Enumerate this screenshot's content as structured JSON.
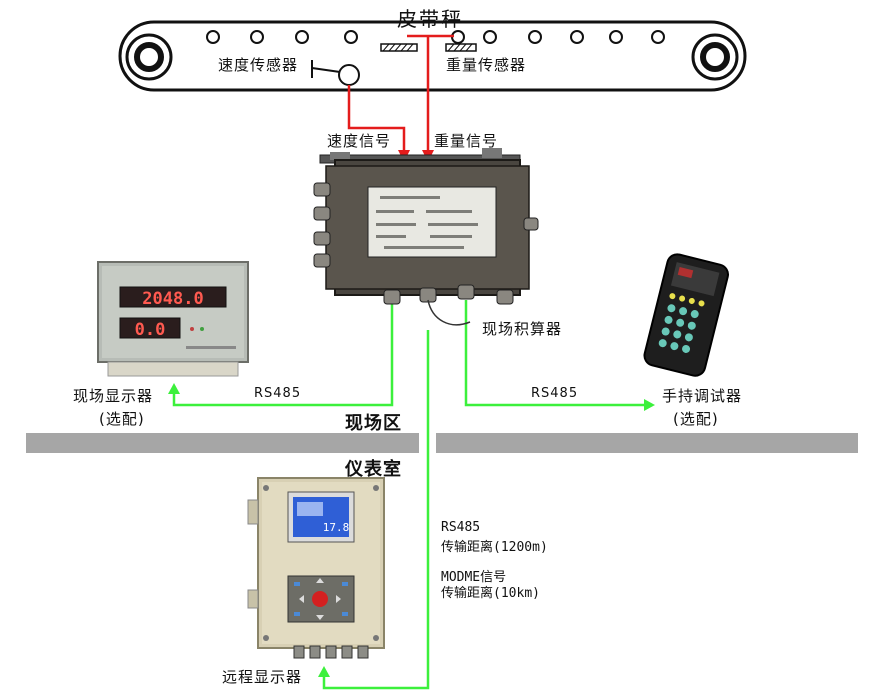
{
  "title": "皮带秤",
  "sensors": {
    "speed_sensor": "速度传感器",
    "weight_sensor": "重量传感器"
  },
  "signals": {
    "speed_signal": "速度信号",
    "weight_signal": "重量信号"
  },
  "devices": {
    "integrator": "现场积算器",
    "field_display": "现场显示器",
    "field_display_optional": "(选配)",
    "handheld": "手持调试器",
    "handheld_optional": "(选配)",
    "remote_display": "远程显示器",
    "field_display_readout_top": "2048.0",
    "field_display_readout_bottom": "0.0",
    "remote_display_readout": "17.8"
  },
  "links": {
    "rs485_left": "RS485",
    "rs485_right": "RS485",
    "rs485_remote": "RS485",
    "rs485_distance": "传输距离(1200m)",
    "modem_signal": "MODME信号",
    "modem_distance_prefix": "传输距离",
    "modem_distance_value": "(10km)"
  },
  "zones": {
    "field": "现场区",
    "control_room": "仪表室"
  },
  "colors": {
    "signal_line": "#e41c1c",
    "comm_line": "#3cf03c",
    "band": "#a6a6a6"
  }
}
